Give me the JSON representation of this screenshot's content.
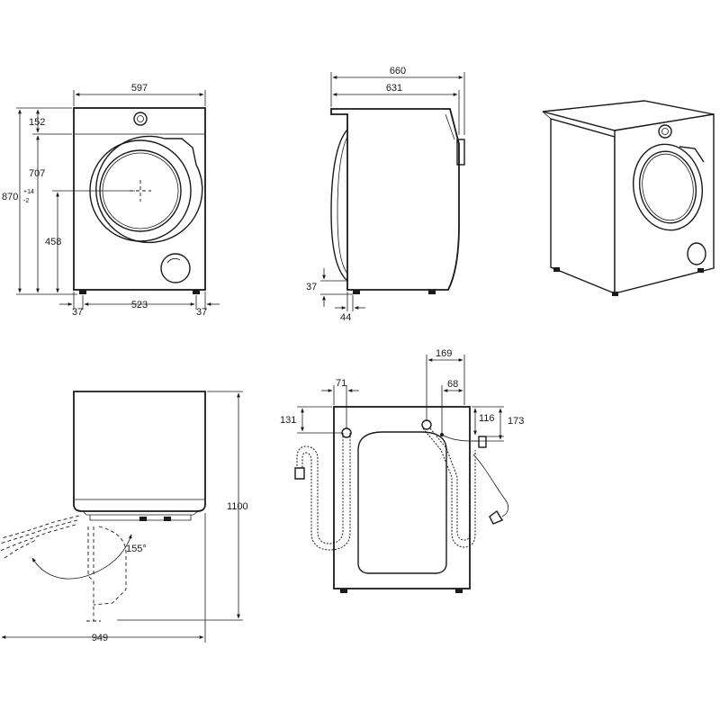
{
  "front_view": {
    "width": "597",
    "top_panel": "152",
    "door_center_height": "707",
    "height_base": "870",
    "height_plus": "+14",
    "height_minus": "-2",
    "drum_center": "458",
    "feet_span": "523",
    "foot_left": "37",
    "foot_right": "37"
  },
  "side_view": {
    "depth_total": "660",
    "depth_body": "631",
    "foot_height": "37",
    "foot_offset": "44"
  },
  "door_open_view": {
    "total_height": "1100",
    "depth_open": "949",
    "opening_angle": "155°"
  },
  "rear_view": {
    "drain_offset": "71",
    "inlet_offset": "169",
    "power_offset": "68",
    "drain_height": "131",
    "power_height": "116",
    "inlet_height": "173"
  }
}
